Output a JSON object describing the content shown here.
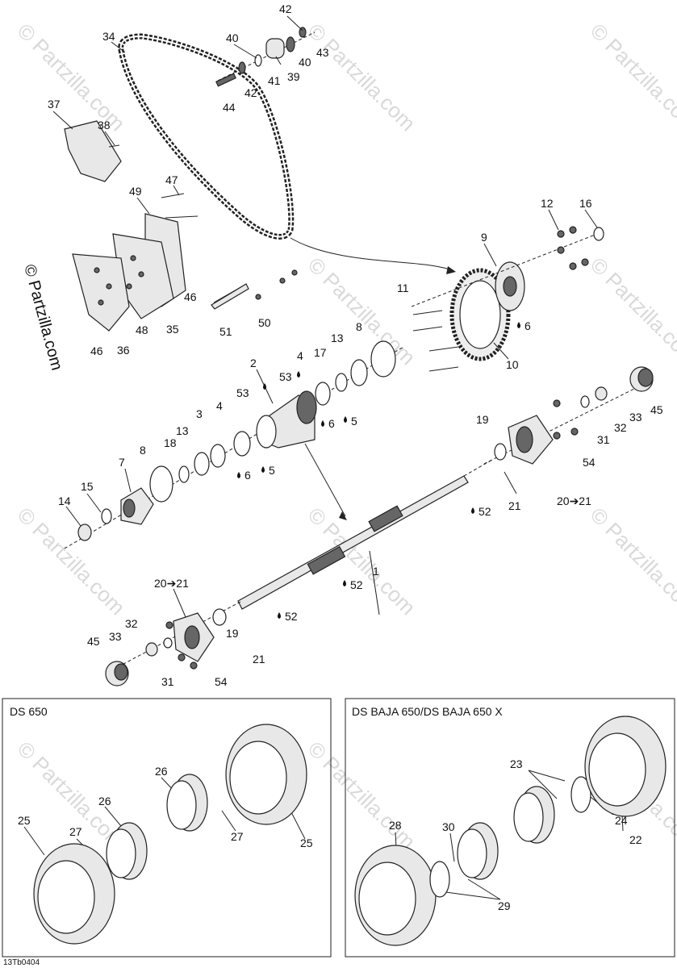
{
  "watermark": {
    "text": "© Partzilla.com"
  },
  "callouts": [
    "1",
    "2",
    "3",
    "4",
    "5",
    "6",
    "7",
    "8",
    "9",
    "10",
    "11",
    "12",
    "13",
    "14",
    "15",
    "16",
    "17",
    "18",
    "19",
    "20➔21",
    "21",
    "22",
    "23",
    "24",
    "25",
    "26",
    "27",
    "28",
    "29",
    "30",
    "31",
    "32",
    "33",
    "34",
    "35",
    "36",
    "37",
    "38",
    "39",
    "40",
    "41",
    "42",
    "43",
    "44",
    "45",
    "46",
    "47",
    "48",
    "49",
    "50",
    "51",
    "52",
    "53",
    "54"
  ],
  "lubricant_symbol": "drop-icon",
  "panels": [
    {
      "title": "DS 650"
    },
    {
      "title": "DS BAJA 650/DS BAJA 650 X"
    }
  ],
  "figure_code": "13Tb0404",
  "colors": {
    "line": "#222222",
    "watermark": "#d9d9d9",
    "part_fill": "#e8e8e8"
  }
}
